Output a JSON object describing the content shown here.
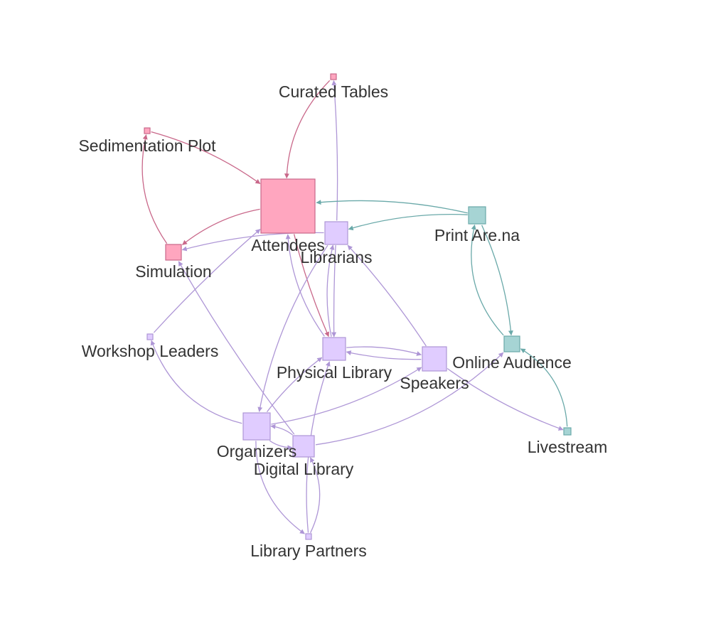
{
  "colors": {
    "pink_fill": "#ffa6bf",
    "pink_stroke": "#c9688a",
    "pink_edge": "#c9688a",
    "purple_fill": "#e0ccff",
    "purple_stroke": "#ae96d6",
    "purple_edge": "#ae96d6",
    "teal_fill": "#a6d4d4",
    "teal_stroke": "#6aa9a9",
    "teal_edge": "#6aa9a9"
  },
  "nodes": [
    {
      "id": "attendees",
      "label": "Attendees",
      "group": "pink"
    },
    {
      "id": "curated-tables",
      "label": "Curated Tables",
      "group": "pink"
    },
    {
      "id": "sedimentation-plot",
      "label": "Sedimentation Plot",
      "group": "pink"
    },
    {
      "id": "simulation",
      "label": "Simulation",
      "group": "pink"
    },
    {
      "id": "librarians",
      "label": "Librarians",
      "group": "purple"
    },
    {
      "id": "physical-library",
      "label": "Physical Library",
      "group": "purple"
    },
    {
      "id": "speakers",
      "label": "Speakers",
      "group": "purple"
    },
    {
      "id": "organizers",
      "label": "Organizers",
      "group": "purple"
    },
    {
      "id": "digital-library",
      "label": "Digital Library",
      "group": "purple"
    },
    {
      "id": "library-partners",
      "label": "Library Partners",
      "group": "purple"
    },
    {
      "id": "workshop-leaders",
      "label": "Workshop Leaders",
      "group": "purple"
    },
    {
      "id": "print-arena",
      "label": "Print Are.na",
      "group": "teal"
    },
    {
      "id": "online-audience",
      "label": "Online Audience",
      "group": "teal"
    },
    {
      "id": "livestream",
      "label": "Livestream",
      "group": "teal"
    }
  ],
  "edges": [
    {
      "from": "curated-tables",
      "to": "attendees",
      "group": "pink"
    },
    {
      "from": "sedimentation-plot",
      "to": "attendees",
      "group": "pink"
    },
    {
      "from": "simulation",
      "to": "sedimentation-plot",
      "group": "pink"
    },
    {
      "from": "attendees",
      "to": "simulation",
      "group": "pink"
    },
    {
      "from": "attendees",
      "to": "physical-library",
      "group": "pink"
    },
    {
      "from": "librarians",
      "to": "curated-tables",
      "group": "purple"
    },
    {
      "from": "librarians",
      "to": "simulation",
      "group": "purple"
    },
    {
      "from": "librarians",
      "to": "physical-library",
      "group": "purple"
    },
    {
      "from": "physical-library",
      "to": "librarians",
      "group": "purple"
    },
    {
      "from": "physical-library",
      "to": "attendees",
      "group": "purple"
    },
    {
      "from": "speakers",
      "to": "librarians",
      "group": "purple"
    },
    {
      "from": "speakers",
      "to": "physical-library",
      "group": "purple"
    },
    {
      "from": "physical-library",
      "to": "speakers",
      "group": "purple"
    },
    {
      "from": "speakers",
      "to": "livestream",
      "group": "purple"
    },
    {
      "from": "organizers",
      "to": "workshop-leaders",
      "group": "purple"
    },
    {
      "from": "organizers",
      "to": "physical-library",
      "group": "purple"
    },
    {
      "from": "organizers",
      "to": "speakers",
      "group": "purple"
    },
    {
      "from": "organizers",
      "to": "digital-library",
      "group": "purple"
    },
    {
      "from": "organizers",
      "to": "library-partners",
      "group": "purple"
    },
    {
      "from": "librarians",
      "to": "organizers",
      "group": "purple"
    },
    {
      "from": "digital-library",
      "to": "simulation",
      "group": "purple"
    },
    {
      "from": "digital-library",
      "to": "organizers",
      "group": "purple"
    },
    {
      "from": "digital-library",
      "to": "online-audience",
      "group": "purple"
    },
    {
      "from": "library-partners",
      "to": "physical-library",
      "group": "purple"
    },
    {
      "from": "library-partners",
      "to": "digital-library",
      "group": "purple"
    },
    {
      "from": "workshop-leaders",
      "to": "attendees",
      "group": "purple"
    },
    {
      "from": "print-arena",
      "to": "attendees",
      "group": "teal"
    },
    {
      "from": "print-arena",
      "to": "librarians",
      "group": "teal"
    },
    {
      "from": "print-arena",
      "to": "online-audience",
      "group": "teal"
    },
    {
      "from": "online-audience",
      "to": "print-arena",
      "group": "teal"
    },
    {
      "from": "livestream",
      "to": "online-audience",
      "group": "teal"
    }
  ]
}
